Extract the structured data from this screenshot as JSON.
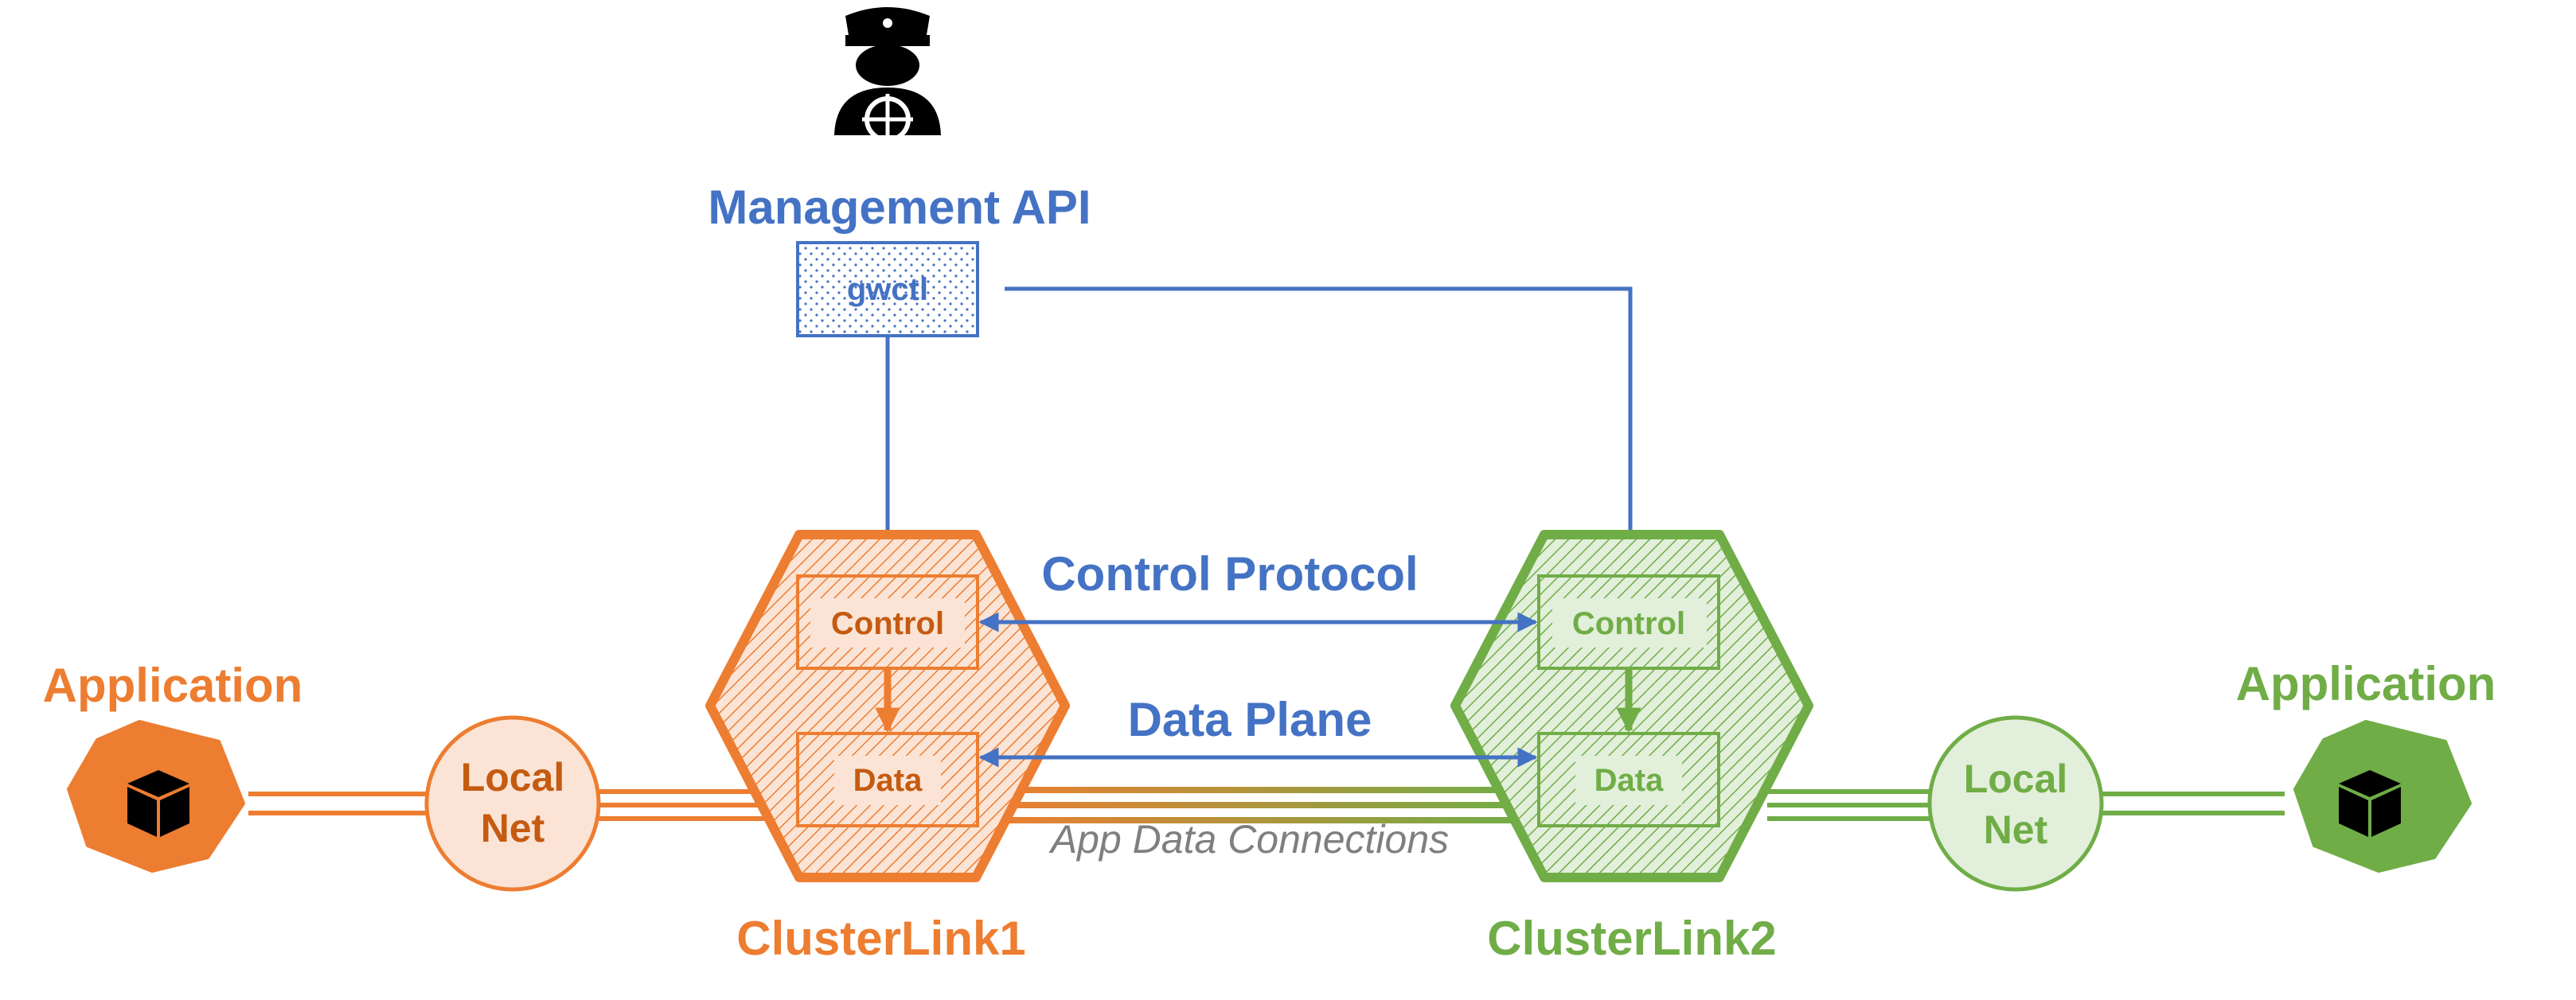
{
  "colors": {
    "blue": "#4472c4",
    "orange": "#ed7d31",
    "orange_light": "#fbe4d5",
    "green": "#70ad47",
    "green_light": "#e2efda",
    "gray": "#7f7f7f",
    "black": "#000000"
  },
  "icons": {
    "operator": "ship-captain-icon",
    "app_left": "kubernetes-pod-icon",
    "app_right": "kubernetes-pod-icon"
  },
  "labels": {
    "management_api": "Management API",
    "gwctl": "gwctl",
    "control_protocol": "Control Protocol",
    "data_plane": "Data Plane",
    "app_data_connections": "App Data Connections",
    "cluster1": "ClusterLink1",
    "cluster2": "ClusterLink2",
    "control": "Control",
    "data": "Data",
    "app_left": "Application",
    "app_right": "Application",
    "local_net_line1": "Local",
    "local_net_line2": "Net"
  }
}
